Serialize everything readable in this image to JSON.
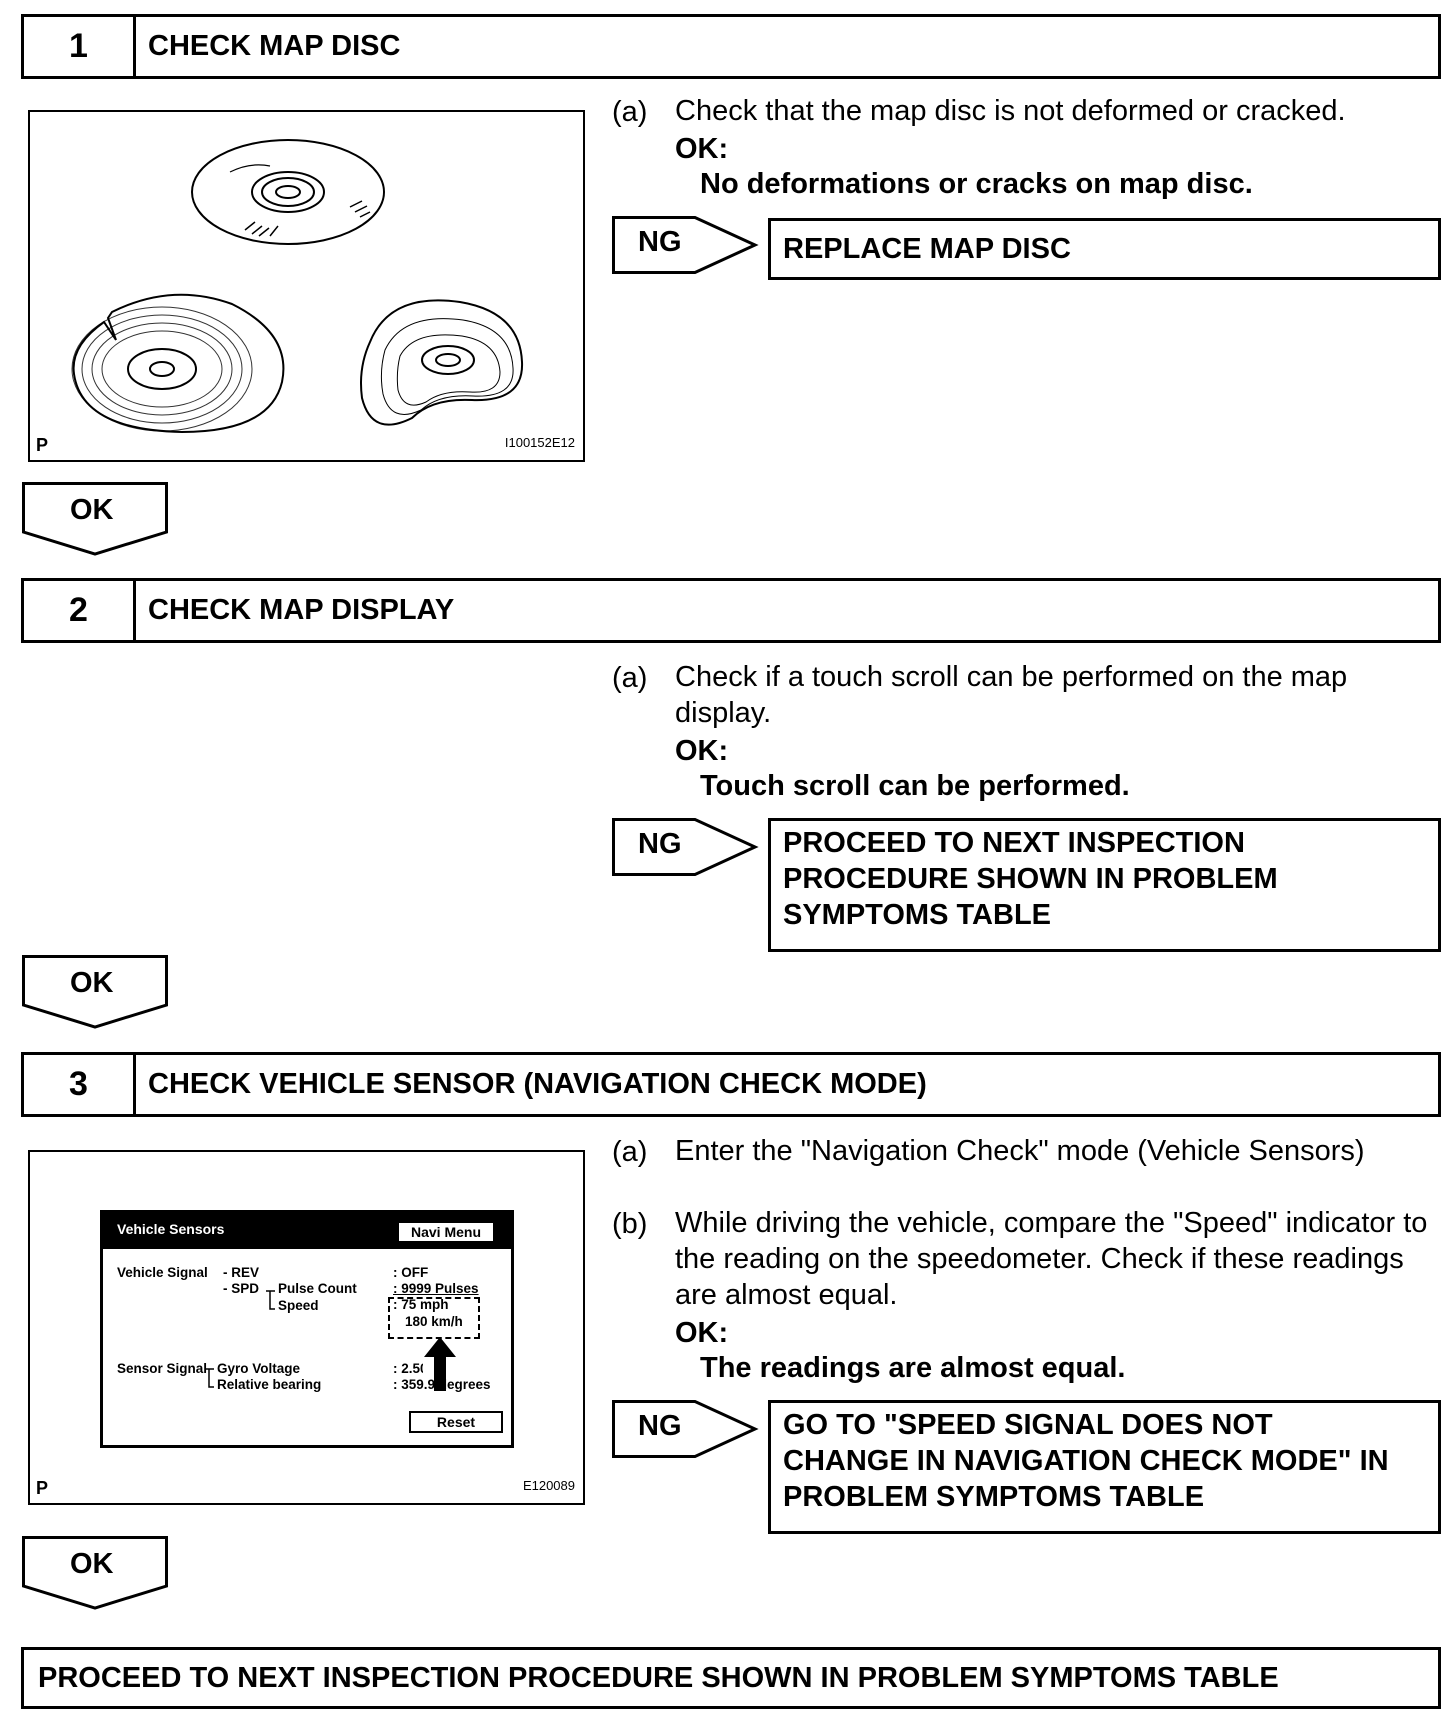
{
  "steps": [
    {
      "number": "1",
      "title": "CHECK MAP DISC",
      "figure": {
        "marker": "P",
        "code": "I100152E12"
      },
      "instructions": [
        {
          "label": "(a)",
          "text": "Check that the map disc is not deformed or cracked."
        }
      ],
      "ok_heading": "OK:",
      "ok_text": "No deformations or cracks on map disc.",
      "ng_label": "NG",
      "ng_text": "REPLACE MAP DISC",
      "ok_label": "OK"
    },
    {
      "number": "2",
      "title": "CHECK MAP DISPLAY",
      "instructions": [
        {
          "label": "(a)",
          "text": "Check if a touch scroll can be performed on the map display."
        }
      ],
      "ok_heading": "OK:",
      "ok_text": "Touch scroll can be performed.",
      "ng_label": "NG",
      "ng_text": "PROCEED TO NEXT INSPECTION\nPROCEDURE SHOWN IN PROBLEM\nSYMPTOMS TABLE",
      "ok_label": "OK"
    },
    {
      "number": "3",
      "title": "CHECK VEHICLE SENSOR (NAVIGATION CHECK MODE)",
      "figure": {
        "marker": "P",
        "code": "E120089",
        "screen": {
          "title": "Vehicle Sensors",
          "menu_button": "Navi Menu",
          "vehicle_signal_label": "Vehicle Signal",
          "rev_label": "- REV",
          "spd_label": "- SPD",
          "pulse_count_label": "Pulse Count",
          "speed_label": "Speed",
          "rev_value": ": OFF",
          "pulse_value": ": 9999 Pulses",
          "speed_mph": ": 75 mph",
          "speed_kmh": "180 km/h",
          "sensor_signal_label": "Sensor Signal",
          "gyro_label": "Gyro Voltage",
          "bearing_label": "Relative bearing",
          "gyro_value": ": 2.500",
          "bearing_value": ": 359.9 degrees",
          "reset_button": "Reset"
        }
      },
      "instructions": [
        {
          "label": "(a)",
          "text": "Enter the \"Navigation Check\" mode (Vehicle Sensors)"
        },
        {
          "label": "(b)",
          "text": "While driving the vehicle, compare the \"Speed\" indicator to the reading on the speedometer. Check if these readings are almost equal."
        }
      ],
      "ok_heading": "OK:",
      "ok_text": "The readings are almost equal.",
      "ng_label": "NG",
      "ng_text": "GO TO \"SPEED SIGNAL DOES NOT\nCHANGE IN NAVIGATION CHECK MODE\" IN\nPROBLEM SYMPTOMS TABLE",
      "ok_label": "OK"
    }
  ],
  "final_text": "PROCEED TO NEXT INSPECTION PROCEDURE SHOWN IN PROBLEM SYMPTOMS TABLE"
}
